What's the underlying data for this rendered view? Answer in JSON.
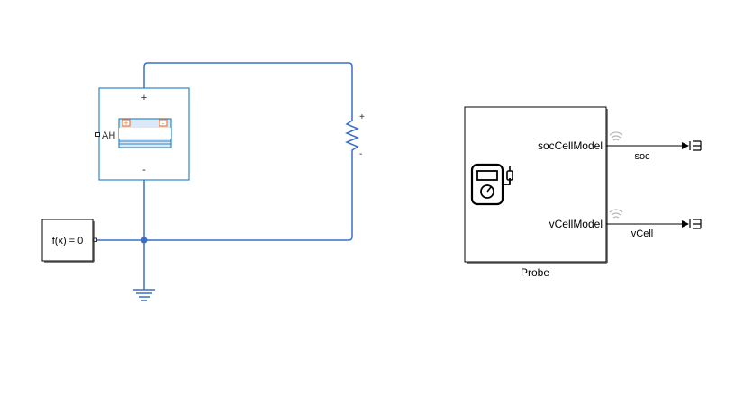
{
  "colors": {
    "wire": "#3a6fc8",
    "block_border": "#2f86c9",
    "black": "#000000",
    "terminal_orange": "#f07a3a",
    "battery_fill": "#dbe9f7",
    "signal_gray": "#b9b9b9"
  },
  "battery": {
    "plus_label": "+",
    "minus_label": "-",
    "port_label": "AH",
    "cell_plus": "+",
    "cell_minus": "-",
    "icon": "battery-cell-icon"
  },
  "resistor": {
    "plus_label": "+",
    "minus_label": "-",
    "icon": "resistor-icon"
  },
  "initial_condition": {
    "label": "f(x) = 0"
  },
  "ground": {
    "icon": "electrical-ground-icon"
  },
  "probe": {
    "name": "Probe",
    "icon": "multimeter-icon",
    "ports": [
      {
        "label": "socCellModel",
        "signal": "soc"
      },
      {
        "label": "vCellModel",
        "signal": "vCell"
      }
    ],
    "port_icon": "signal-wireless-icon",
    "terminator_icon": "terminator-icon"
  }
}
